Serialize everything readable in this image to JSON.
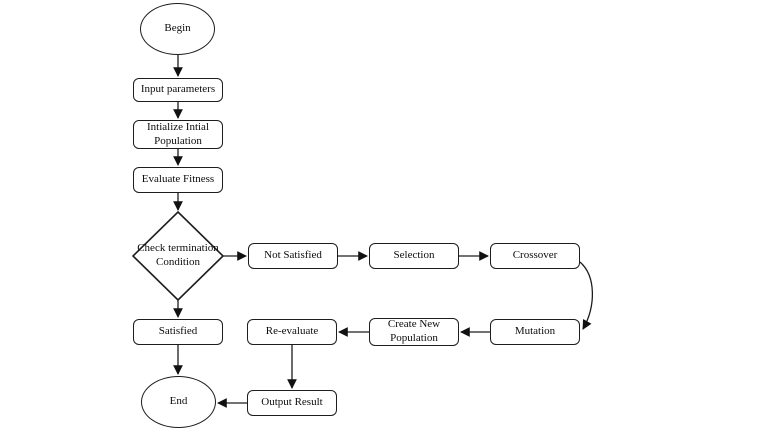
{
  "colors": {
    "ink": "#1d1d1d",
    "background": "#ffffff",
    "text": "#0d0d0d"
  },
  "diagram": {
    "type": "flowchart",
    "nodes": {
      "begin": {
        "label": "Begin",
        "shape": "ellipse"
      },
      "input_parameters": {
        "label": "Input parameters",
        "shape": "rounded-rect"
      },
      "initialize_initial_population": {
        "label": "Intialize Intial Population",
        "shape": "rounded-rect"
      },
      "evaluate_fitness": {
        "label": "Evaluate Fitness",
        "shape": "rounded-rect"
      },
      "check_termination_condition": {
        "label": "Check termination Condition",
        "shape": "diamond"
      },
      "not_satisfied": {
        "label": "Not Satisfied",
        "shape": "rounded-rect"
      },
      "selection": {
        "label": "Selection",
        "shape": "rounded-rect"
      },
      "crossover": {
        "label": "Crossover",
        "shape": "rounded-rect"
      },
      "mutation": {
        "label": "Mutation",
        "shape": "rounded-rect"
      },
      "create_new_population": {
        "label": "Create New Population",
        "shape": "rounded-rect"
      },
      "re_evaluate": {
        "label": "Re-evaluate",
        "shape": "rounded-rect"
      },
      "satisfied": {
        "label": "Satisfied",
        "shape": "rounded-rect"
      },
      "output_result": {
        "label": "Output Result",
        "shape": "rounded-rect"
      },
      "end": {
        "label": "End",
        "shape": "ellipse"
      }
    },
    "edges": [
      {
        "from": "begin",
        "to": "input_parameters"
      },
      {
        "from": "input_parameters",
        "to": "initialize_initial_population"
      },
      {
        "from": "initialize_initial_population",
        "to": "evaluate_fitness"
      },
      {
        "from": "evaluate_fitness",
        "to": "check_termination_condition"
      },
      {
        "from": "check_termination_condition",
        "to": "not_satisfied"
      },
      {
        "from": "not_satisfied",
        "to": "selection"
      },
      {
        "from": "selection",
        "to": "crossover"
      },
      {
        "from": "crossover",
        "to": "mutation"
      },
      {
        "from": "mutation",
        "to": "create_new_population"
      },
      {
        "from": "create_new_population",
        "to": "re_evaluate"
      },
      {
        "from": "re_evaluate",
        "to": "output_result"
      },
      {
        "from": "output_result",
        "to": "end"
      },
      {
        "from": "check_termination_condition",
        "to": "satisfied"
      },
      {
        "from": "satisfied",
        "to": "end"
      }
    ]
  }
}
